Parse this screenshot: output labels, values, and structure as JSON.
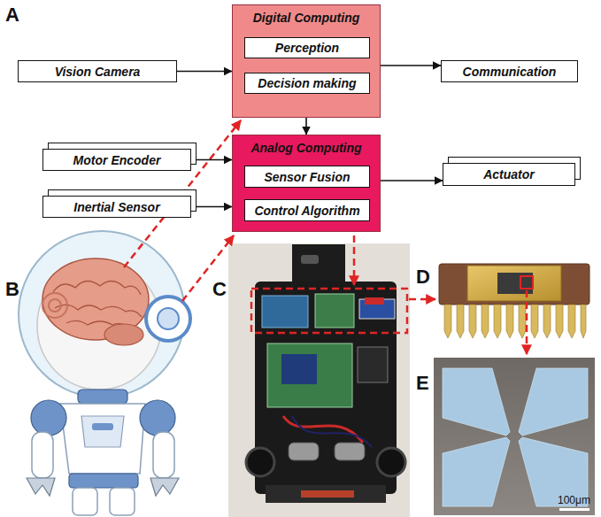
{
  "diagram": {
    "nodes": [
      {
        "text": [
          "Vision Camera"
        ]
      },
      {
        "text": [
          "Digital Computing"
        ]
      },
      {
        "text": [
          "Perception"
        ],
        "in": 1
      },
      {
        "text": [
          "Decision making"
        ],
        "in": 1
      },
      {
        "text": [
          "Communication"
        ]
      },
      {
        "text": [
          "Motor Encoder"
        ]
      },
      {
        "text": [
          "Inertial Sensor"
        ]
      },
      {
        "text": [
          "Analog Computing"
        ]
      },
      {
        "text": [
          "Sensor Fusion"
        ],
        "in": 7
      },
      {
        "text": [
          "Control Algorithm"
        ],
        "in": 7
      },
      {
        "text": [
          "Actuator"
        ]
      }
    ],
    "edges": [
      {
        "from": 0,
        "to": 1,
        "arrow": "to"
      },
      {
        "from": 1,
        "to": 4,
        "arrow": "to"
      },
      {
        "from": 1,
        "to": 7,
        "arrow": "to"
      },
      {
        "from": 5,
        "to": 7,
        "arrow": "to"
      },
      {
        "from": 6,
        "to": 7,
        "arrow": "to"
      },
      {
        "from": 7,
        "to": 10,
        "arrow": "to"
      }
    ],
    "labels": [
      "A",
      "B",
      "C",
      "D",
      "E",
      "100μm"
    ]
  }
}
